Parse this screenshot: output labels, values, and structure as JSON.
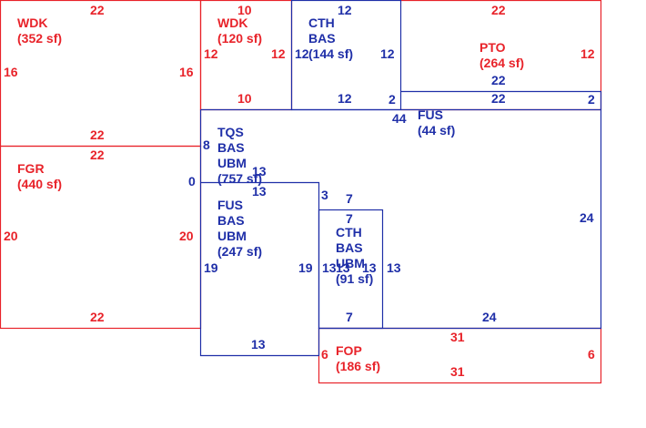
{
  "colors": {
    "exterior": "#e8232a",
    "interior": "#1f2fa8",
    "background": "#ffffff"
  },
  "areas": {
    "wdk_left": {
      "code": "WDK",
      "area": "(352 sf)"
    },
    "fgr": {
      "code": "FGR",
      "area": "(440 sf)"
    },
    "wdk_small": {
      "code": "WDK",
      "area": "(120 sf)"
    },
    "cth_top": {
      "line1": "CTH",
      "line2": "BAS",
      "area": "(144 sf)"
    },
    "pto": {
      "code": "PTO",
      "area": "(264 sf)"
    },
    "fus_small": {
      "code": "FUS",
      "area": "(44 sf)"
    },
    "tqs": {
      "line1": "TQS",
      "line2": "BAS",
      "line3": "UBM",
      "area": "(757 sf)"
    },
    "fus_main": {
      "line1": "FUS",
      "line2": "BAS",
      "line3": "UBM",
      "area": "(247 sf)"
    },
    "cth_mid": {
      "line1": "CTH",
      "line2": "BAS",
      "line3": "UBM",
      "area": "(91 sf)"
    },
    "fop": {
      "code": "FOP",
      "area": "(186 sf)"
    }
  },
  "dimensions": {
    "wdk_left": {
      "top": "22",
      "left": "16",
      "right": "16",
      "bottom": "22"
    },
    "fgr": {
      "top": "22",
      "left": "20",
      "right": "20",
      "bottom": "22"
    },
    "wdk_small": {
      "top": "10",
      "left": "12",
      "right": "12",
      "bottom": "10"
    },
    "cth_top": {
      "top": "12",
      "left": "12",
      "right": "12",
      "bottom": "12"
    },
    "pto": {
      "top": "22",
      "right": "12",
      "bottom": "22"
    },
    "fus_small": {
      "top": "22",
      "right": "2",
      "left": "2",
      "bottom": "44"
    },
    "tqs": {
      "left_top": "8",
      "left_mid": "0",
      "right": "24",
      "bottom": "24",
      "step_top": "13",
      "step_under": "13",
      "step_side": "3"
    },
    "fus_main": {
      "left": "19",
      "right": "19",
      "bottom": "13",
      "right_low": "6"
    },
    "cth_mid": {
      "top_outer": "7",
      "top_inner": "7",
      "left_outer": "13",
      "left_inner": "13",
      "right_inner": "13",
      "right_outer": "13",
      "bottom": "7"
    },
    "fop": {
      "top": "31",
      "right": "6",
      "bottom": "31"
    }
  }
}
